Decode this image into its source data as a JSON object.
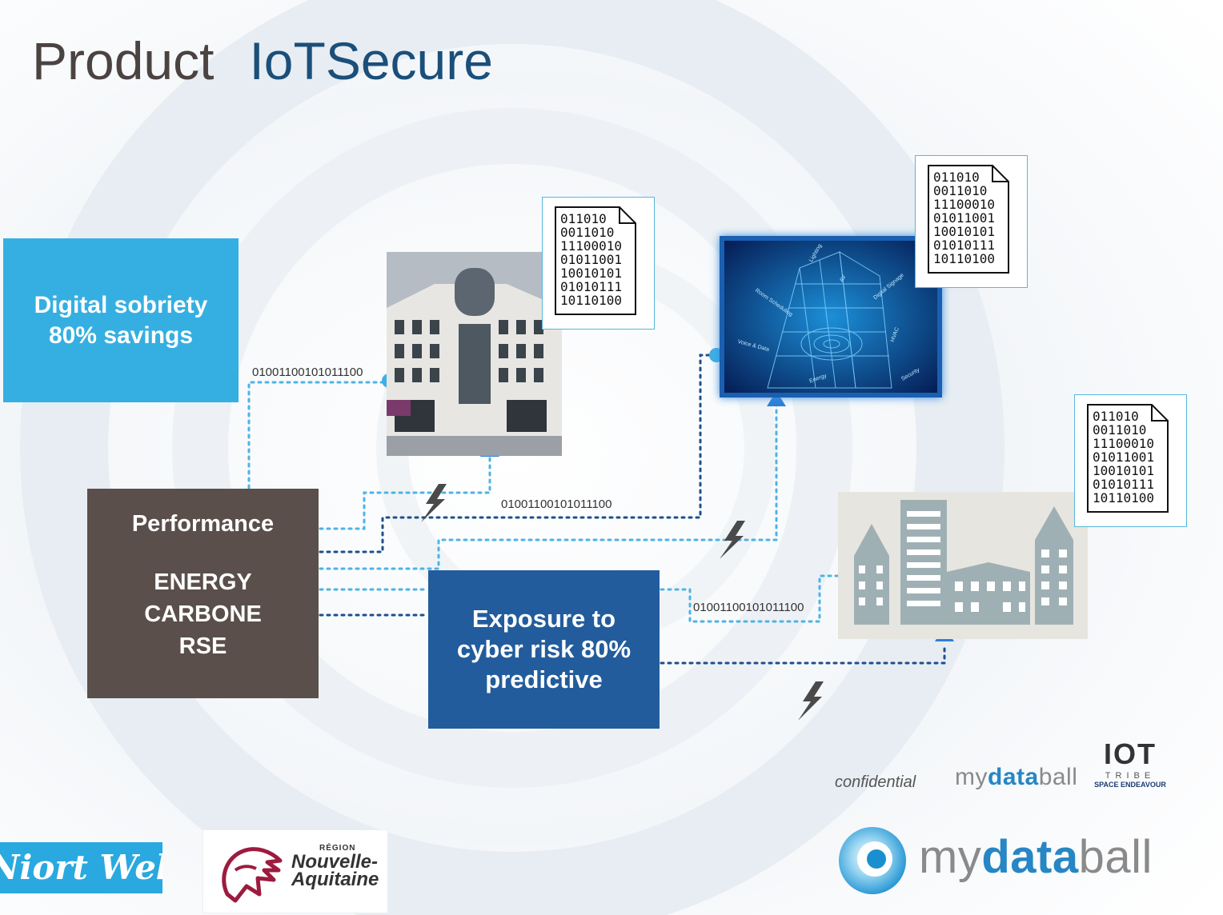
{
  "title": {
    "product": "Product",
    "brand": "IoTSecure"
  },
  "boxes": {
    "sobriety": [
      "Digital sobriety",
      "80% savings"
    ],
    "performance": {
      "title": "Performance",
      "lines": [
        "ENERGY",
        "CARBONE",
        "RSE"
      ]
    },
    "exposure": [
      "Exposure to",
      "cyber risk 80%",
      "predictive"
    ]
  },
  "binary_stream": "01001100101011100",
  "document_icon_lines": [
    "011010",
    "0011010",
    "11100010",
    "01011001",
    "10010101",
    "01010111",
    "10110100"
  ],
  "smart_building_labels": [
    "Lighting",
    "Room Scheduling",
    "AV",
    "Digital Signage",
    "HVAC",
    "Voice & Data",
    "Energy",
    "Security"
  ],
  "footer": {
    "confidential": "confidential",
    "mydataball_small": {
      "pre": "my",
      "bold": "data",
      "post": "ball"
    },
    "iot_tribe": {
      "word": "IOT",
      "tribe": "TRIBE",
      "tagline": "SPACE ENDEAVOUR"
    },
    "mydataball_big": {
      "pre": "my",
      "bold": "data",
      "post": "ball"
    }
  },
  "partners": {
    "niort": "Niort Web",
    "region_small": "RÉGION",
    "region_name": [
      "Nouvelle-",
      "Aquitaine"
    ]
  },
  "colors": {
    "sobriety": "#35afe1",
    "performance": "#5a4f4a",
    "exposure": "#225c9c",
    "title_brand": "#1b4f7a",
    "connector_light": "#4db3e6",
    "connector_dark": "#1d4f8c",
    "node": "#3fb0e4",
    "arrow": "#2f7fd6"
  }
}
